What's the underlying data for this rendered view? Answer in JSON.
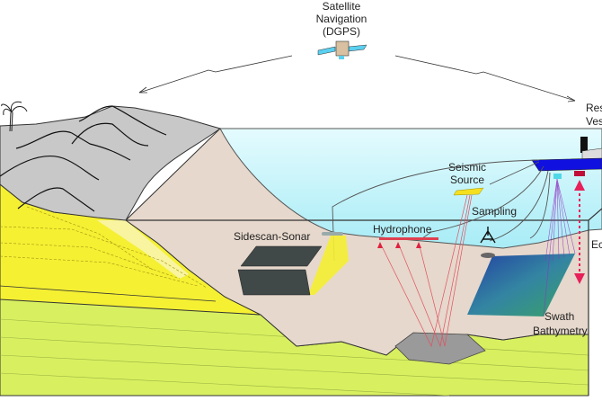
{
  "satellite": {
    "line1": "Satellite",
    "line2": "Navigation",
    "line3": "(DGPS)"
  },
  "labels": {
    "seismic_source_1": "Seismic",
    "seismic_source_2": "Source",
    "sampling": "Sampling",
    "hydrophone": "Hydrophone",
    "sidescan_sonar": "Sidescan-Sonar",
    "swath_1": "Swath",
    "swath_2": "Bathymetry",
    "vessel_1": "Res",
    "vessel_2": "Ves",
    "echo": "Ec"
  },
  "colors": {
    "water": "#bff0f8",
    "seabed": "#e6d8cc",
    "land": "#c8c8c8",
    "sediment": "#f5f032",
    "basement": "#d8f060",
    "vessel": "#1010e0",
    "signal": "#e8205a",
    "swath": "#9030c0"
  }
}
